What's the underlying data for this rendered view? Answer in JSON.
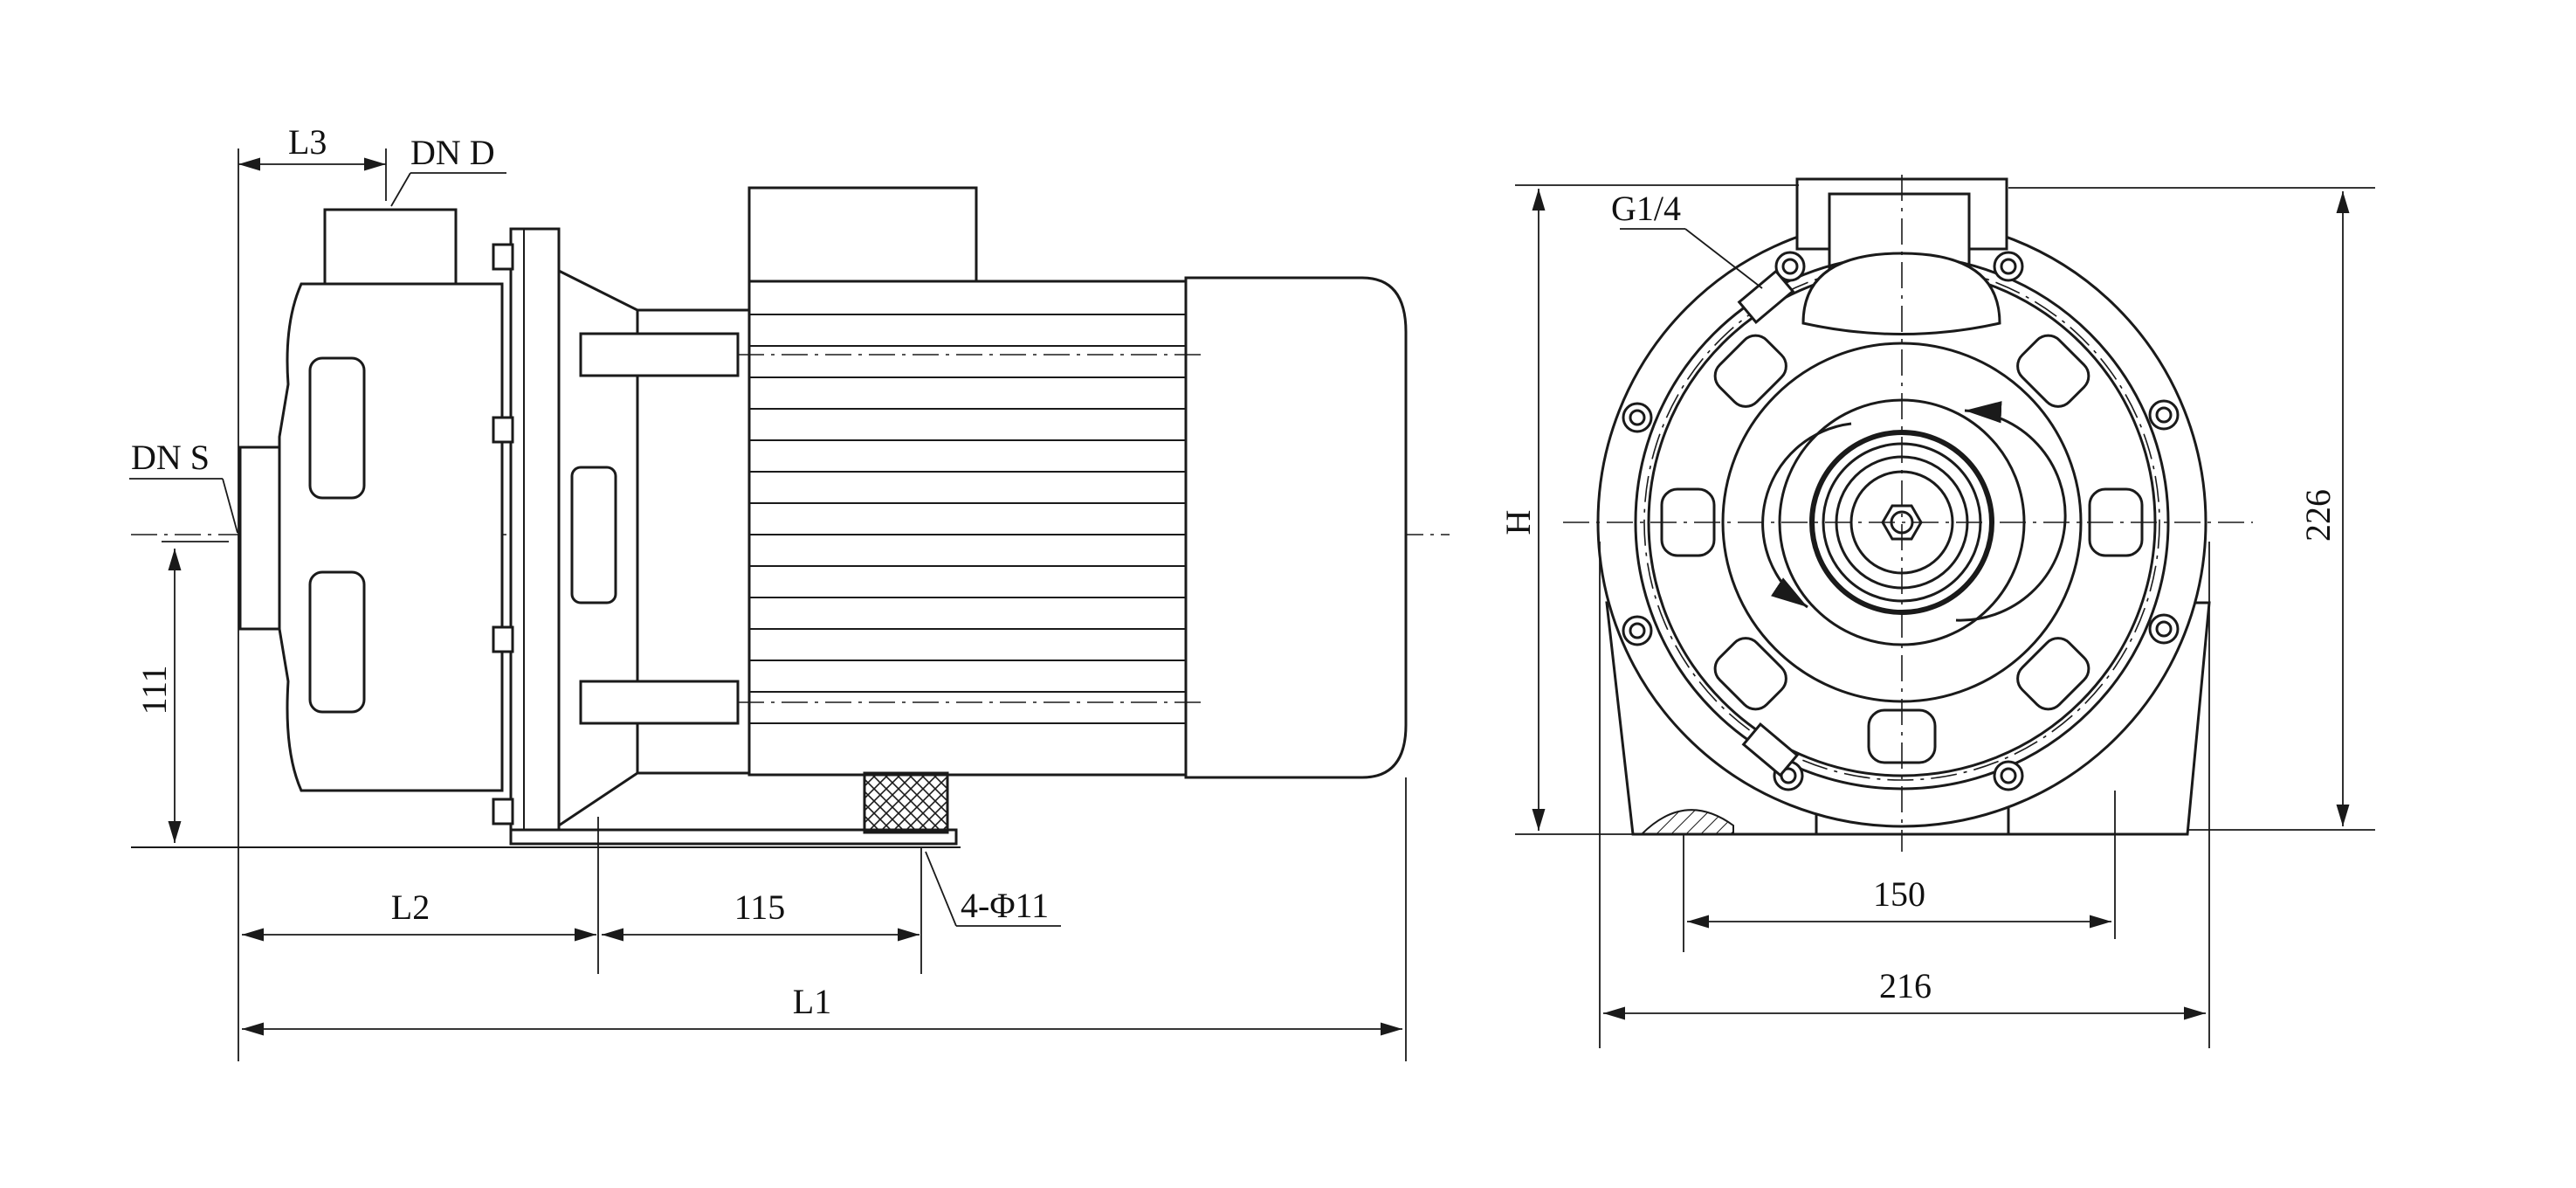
{
  "labels": {
    "l3": "L3",
    "dn_d": "DN D",
    "dn_s": "DN S",
    "dim_111": "111",
    "l2": "L2",
    "dim_115": "115",
    "bolt_holes": "4-Φ11",
    "l1": "L1",
    "h": "H",
    "g14": "G1/4",
    "dim_150": "150",
    "dim_216": "216",
    "dim_226": "226"
  }
}
